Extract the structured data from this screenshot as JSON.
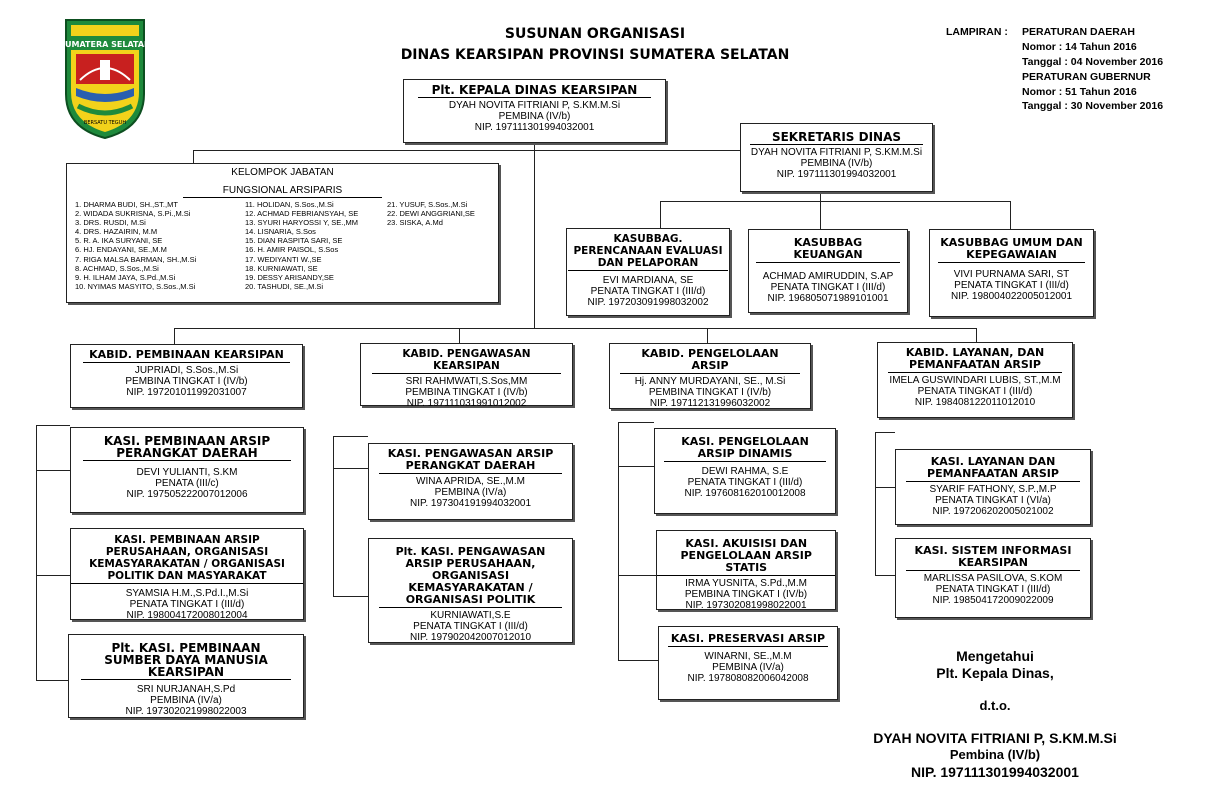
{
  "header": {
    "line1": "SUSUNAN ORGANISASI",
    "line2": "DINAS KEARSIPAN PROVINSI SUMATERA SELATAN"
  },
  "logo": {
    "top_text": "SUMATERA SELATAN",
    "bottom_text": "BERSATU TEGUH"
  },
  "lampiran": {
    "label": "LAMPIRAN :",
    "perda": "PERATURAN DAERAH",
    "perda_nomor": "Nomor    : 14 Tahun 2016",
    "perda_tanggal": "Tanggal  : 04 November 2016",
    "pergub": "PERATURAN GUBERNUR",
    "pergub_nomor": "Nomor    : 51 Tahun 2016",
    "pergub_tanggal": "Tanggal  : 30 November 2016"
  },
  "kepala": {
    "title": "Plt. KEPALA DINAS KEARSIPAN",
    "name": "DYAH NOVITA FITRIANI P, S.KM.M.Si",
    "rank": "PEMBINA (IV/b)",
    "nip": "NIP. 197111301994032001"
  },
  "sekretaris": {
    "title": "SEKRETARIS DINAS",
    "name": "DYAH NOVITA FITRIANI P, S.KM.M.Si",
    "rank": "PEMBINA (IV/b)",
    "nip": "NIP. 197111301994032001"
  },
  "fungsional": {
    "title1": "KELOMPOK JABATAN",
    "title2": "FUNGSIONAL ARSIPARIS",
    "col1": [
      "1.  DHARMA BUDI, SH.,ST.,MT",
      "2.  WIDADA SUKRISNA, S.Pi.,M.Si",
      "3.  DRS. RUSDI, M.Si",
      "4.  DRS. HAZAIRIN, M.M",
      "5.  R. A. IKA SURYANI, SE",
      "6.  HJ. ENDAYANI, SE.,M.M",
      "7.  RIGA MALSA BARMAN, SH.,M.Si",
      "8.  ACHMAD, S.Sos.,M.Si",
      "9.  H. ILHAM JAYA, S.Pd.,M.Si",
      "10. NYIMAS MASYITO, S.Sos.,M.Si"
    ],
    "col2": [
      "11.  HOLIDAN, S.Sos.,M.Si",
      "12.  ACHMAD FEBRIANSYAH, SE",
      "13.  SYURI HARYOSSI Y, SE.,MM",
      "14.  LISNARIA, S.Sos",
      "15.  DIAN RASPITA SARI, SE",
      "16.  H. AMIR PAISOL, S.Sos",
      "17.  WEDIYANTI W.,SE",
      "18.  KURNIAWATI, SE",
      "19.  DESSY ARISANDY,SE",
      "20.  TASHUDI, SE.,M.Si"
    ],
    "col3": [
      "21.  YUSUF, S.Sos.,M.Si",
      "22.  DEWI ANGGRIANI,SE",
      "23.  SISKA, A.Md"
    ]
  },
  "subbag": [
    {
      "title": "KASUBBAG. PERENCANAAN EVALUASI DAN PELAPORAN",
      "name": "EVI MARDIANA, SE",
      "rank": "PENATA TINGKAT I (III/d)",
      "nip": "NIP. 197203091998032002"
    },
    {
      "title": "KASUBBAG KEUANGAN",
      "name": "ACHMAD AMIRUDDIN, S.AP",
      "rank": "PENATA TINGKAT I (III/d)",
      "nip": "NIP. 196805071989101001"
    },
    {
      "title": "KASUBBAG UMUM DAN KEPEGAWAIAN",
      "name": "VIVI PURNAMA SARI, ST",
      "rank": "PENATA TINGKAT I (III/d)",
      "nip": "NIP. 198004022005012001"
    }
  ],
  "kabid": [
    {
      "title": "KABID. PEMBINAAN KEARSIPAN",
      "name": "JUPRIADI, S.Sos.,M.Si",
      "rank": "PEMBINA TINGKAT I (IV/b)",
      "nip": "NIP. 197201011992031007"
    },
    {
      "title": "KABID. PENGAWASAN KEARSIPAN",
      "name": "SRI RAHMWATI,S.Sos,MM",
      "rank": "PEMBINA TINGKAT I  (IV/b)",
      "nip": "NIP. 197111031991012002"
    },
    {
      "title": "KABID. PENGELOLAAN ARSIP",
      "name": "Hj. ANNY MURDAYANI, SE., M.Si",
      "rank": "PEMBINA TINGKAT I (IV/b)",
      "nip": "NIP. 197112131996032002"
    },
    {
      "title": "KABID. LAYANAN, DAN PEMANFAATAN ARSIP",
      "name": "IMELA GUSWINDARI LUBIS, ST.,M.M",
      "rank": "PENATA TINGKAT I (III/d)",
      "nip": "NIP. 198408122011012010"
    }
  ],
  "kasi": [
    {
      "title": "KASI. PEMBINAAN ARSIP PERANGKAT DAERAH",
      "name": "DEVI YULIANTI, S.KM",
      "rank": "PENATA (III/c)",
      "nip": "NIP. 197505222007012006"
    },
    {
      "title": "KASI. PEMBINAAN ARSIP PERUSAHAAN, ORGANISASI KEMASYARAKATAN / ORGANISASI POLITIK DAN MASYARAKAT",
      "name": "SYAMSIA H.M.,S.Pd.I.,M.Si",
      "rank": "PENATA TINGKAT I (III/d)",
      "nip": "NIP. 198004172008012004"
    },
    {
      "title": "Plt. KASI. PEMBINAAN SUMBER DAYA MANUSIA KEARSIPAN",
      "name": "SRI NURJANAH,S.Pd",
      "rank": "PEMBINA (IV/a)",
      "nip": "NIP. 197302021998022003"
    },
    {
      "title": "KASI. PENGAWASAN ARSIP PERANGKAT DAERAH",
      "name": "WINA APRIDA, SE.,M.M",
      "rank": "PEMBINA (IV/a)",
      "nip": "NIP. 197304191994032001"
    },
    {
      "title": "Plt. KASI. PENGAWASAN ARSIP PERUSAHAAN, ORGANISASI KEMASYARAKATAN / ORGANISASI POLITIK",
      "name": "KURNIAWATI,S.E",
      "rank": "PENATA TINGKAT I (III/d)",
      "nip": "NIP. 197902042007012010"
    },
    {
      "title": "KASI. PENGELOLAAN ARSIP DINAMIS",
      "name": "DEWI RAHMA, S.E",
      "rank": "PENATA TINGKAT I (III/d)",
      "nip": "NIP. 197608162010012008"
    },
    {
      "title": "KASI. AKUISISI DAN PENGELOLAAN ARSIP STATIS",
      "name": "IRMA YUSNITA, S.Pd.,M.M",
      "rank": "PEMBINA TINGKAT I (IV/b)",
      "nip": "NIP. 197302081998022001"
    },
    {
      "title": "KASI. PRESERVASI ARSIP",
      "name": "WINARNI, SE.,M.M",
      "rank": "PEMBINA (IV/a)",
      "nip": "NIP. 197808082006042008"
    },
    {
      "title": "KASI. LAYANAN DAN PEMANFAATAN ARSIP",
      "name": "SYARIF FATHONY, S.P.,M.P",
      "rank": "PENATA TINGKAT I (VI/a)",
      "nip": "NIP. 197206202005021002"
    },
    {
      "title": "KASI. SISTEM INFORMASI KEARSIPAN",
      "name": "MARLISSA PASILOVA, S.KOM",
      "rank": "PENATA TINGKAT I (III/d)",
      "nip": "NIP. 198504172009022009"
    }
  ],
  "signature": {
    "mengetahui": "Mengetahui",
    "position": "Plt. Kepala Dinas,",
    "dto": "d.t.o.",
    "name": "DYAH NOVITA FITRIANI P, S.KM.M.Si",
    "rank": "Pembina (IV/b)",
    "nip": "NIP. 197111301994032001"
  },
  "colors": {
    "logo_green": "#1e8a3c",
    "logo_yellow": "#f2d21b",
    "logo_red": "#c8201f"
  }
}
